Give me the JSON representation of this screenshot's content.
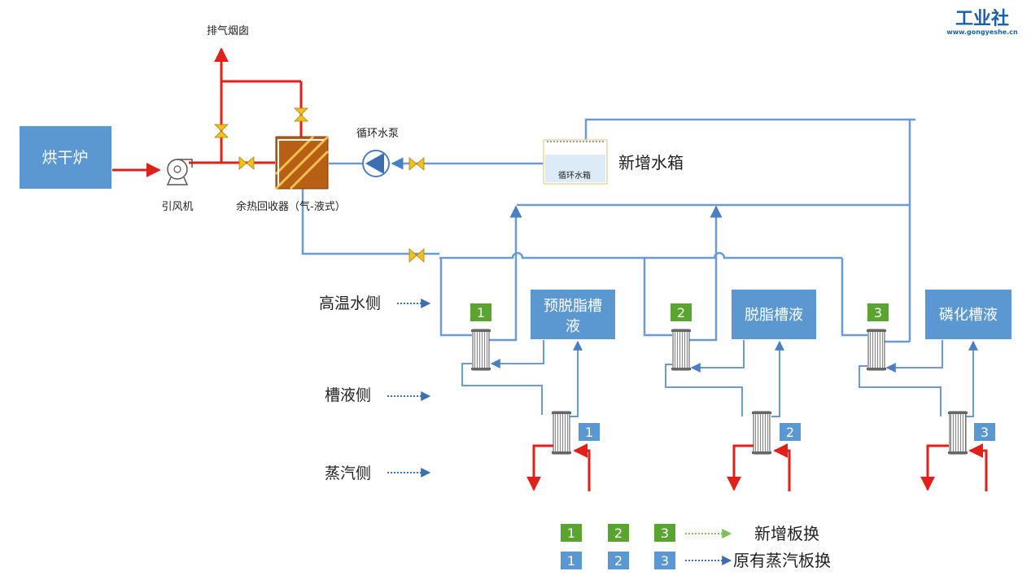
{
  "logo": {
    "main": "工业社",
    "sub": "www.gongyeshe.cn"
  },
  "labels": {
    "chimney": "排气烟囱",
    "dryer": "烘干炉",
    "fan": "引风机",
    "recovery": "余热回收器（气-液式）",
    "pump": "循环水泵",
    "tank_inner": "循环水箱",
    "tank_new": "新增水箱",
    "hot_water_side": "高温水侧",
    "bath_side": "槽液侧",
    "steam_side": "蒸汽侧"
  },
  "tanks": [
    {
      "label": "预脱脂槽\n液",
      "line1": "预脱脂槽",
      "line2": "液"
    },
    {
      "label": "脱脂槽液"
    },
    {
      "label": "磷化槽液"
    }
  ],
  "hx_badges": {
    "new": [
      "1",
      "2",
      "3"
    ],
    "old": [
      "1",
      "2",
      "3"
    ]
  },
  "legend": {
    "new_label": "新增板换",
    "old_label": "原有蒸汽板换",
    "new_numbers": [
      "1",
      "2",
      "3"
    ],
    "old_numbers": [
      "1",
      "2",
      "3"
    ]
  },
  "colors": {
    "box_blue": "#5b97d1",
    "pipe_blue": "#6b9bd2",
    "pipe_red": "#e0201b",
    "badge_green": "#5aa532",
    "valve_yellow": "#f2c01e",
    "dotted_green": "#7fbf5a",
    "dotted_blue": "#3d6fb0"
  }
}
